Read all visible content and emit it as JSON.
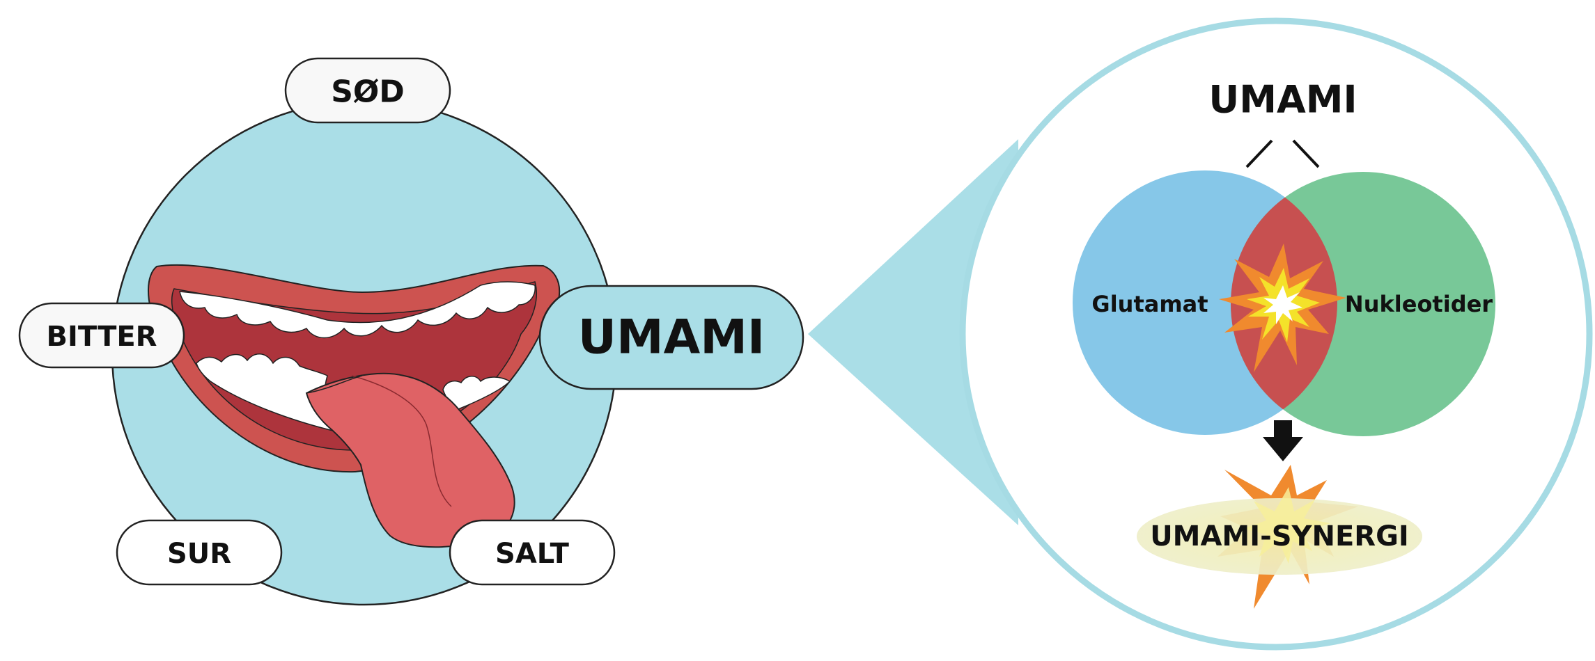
{
  "tastes": {
    "sweet": "SØD",
    "bitter": "BITTER",
    "sour": "SUR",
    "salty": "SALT",
    "umami": "UMAMI"
  },
  "zoom": {
    "title": "UMAMI",
    "left_set": "Glutamat",
    "right_set": "Nukleotider",
    "result": "UMAMI-SYNERGI"
  },
  "colors": {
    "taste_circle": "#aadee7",
    "zoom_ring": "#a6dbe4",
    "set_glutamate": "#86c7e8",
    "set_nucleotides": "#78c898",
    "overlap": "#c75050",
    "lips": "#cd5350",
    "mouth_interior": "#ad343c",
    "tongue": "#df6265",
    "burst_orange": "#f08a2e",
    "burst_yellow": "#f4e22a",
    "result_glow": "#eeeec0"
  },
  "icons": {
    "mouth": "open-mouth-with-tongue-illustration",
    "burst": "explosion-burst-icon",
    "arrow": "arrow-down-icon"
  }
}
